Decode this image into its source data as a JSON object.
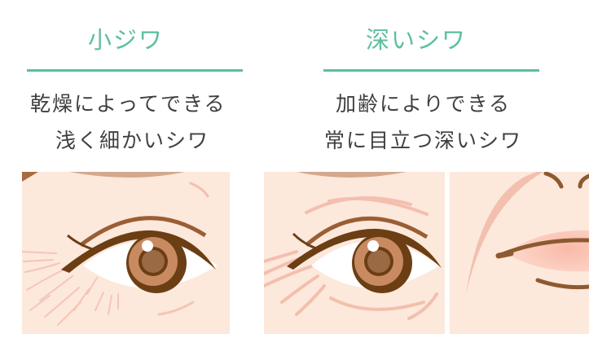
{
  "left": {
    "title": "小ジワ",
    "desc_line1": "乾燥によってできる",
    "desc_line2": "浅く細かいシワ"
  },
  "right": {
    "title": "深いシワ",
    "desc_line1": "加齢によりできる",
    "desc_line2": "常に目立つ深いシワ"
  },
  "colors": {
    "accent": "#5bbf9d",
    "text": "#3f3f3f",
    "skin": "#fde8dc",
    "wrinkle": "#f3bfae",
    "liner": "#6b3e14",
    "iris": "#c98a62",
    "pupil": "#9a6a45"
  }
}
